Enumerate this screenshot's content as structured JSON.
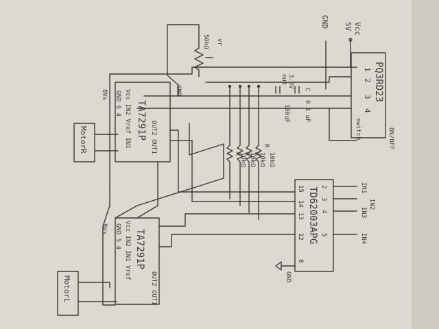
{
  "labels": {
    "vcc": "Vcc",
    "v5": "5V",
    "gnd_top": "GND",
    "regulator": "PQ3RD23",
    "reg_pins": [
      "1",
      "2",
      "3",
      "4"
    ],
    "v33": "3.3V",
    "out": "out",
    "cap_c": "C",
    "cap_01": "0.1 uF",
    "cap_100": "100uF",
    "onoff": "ON/OFF",
    "switch": "switch",
    "vr": "vr",
    "pot": "50kΩ",
    "gnd_mid": "GND",
    "chip1": "TA7291P",
    "chip2": "TA7291P",
    "vs1": "8Vs",
    "vs2": "8Vs",
    "motor1": "MotorL",
    "motor2": "MotorR",
    "driver": "TD62003APG",
    "r_labels": [
      "R",
      "R",
      "R",
      "R"
    ],
    "r_vals": [
      "10kΩ",
      "10kΩ",
      "10kΩ",
      "10kΩ"
    ],
    "in1": "IN1",
    "in2": "IN2",
    "in3": "IN3",
    "in4": "IN4",
    "gnd_bottom": "GND",
    "driver_pins": [
      "2",
      "3",
      "4",
      "5",
      "15",
      "14",
      "13",
      "12",
      "8"
    ],
    "chip1_pins": "Vcc IN2 Vref IN1",
    "chip1_top": "GND 6 4",
    "chip2_pins": "Vcc IN2 IN1 Vref",
    "chip2_top": "GND 5 4",
    "out_labels": "OUT2 OUT1"
  }
}
